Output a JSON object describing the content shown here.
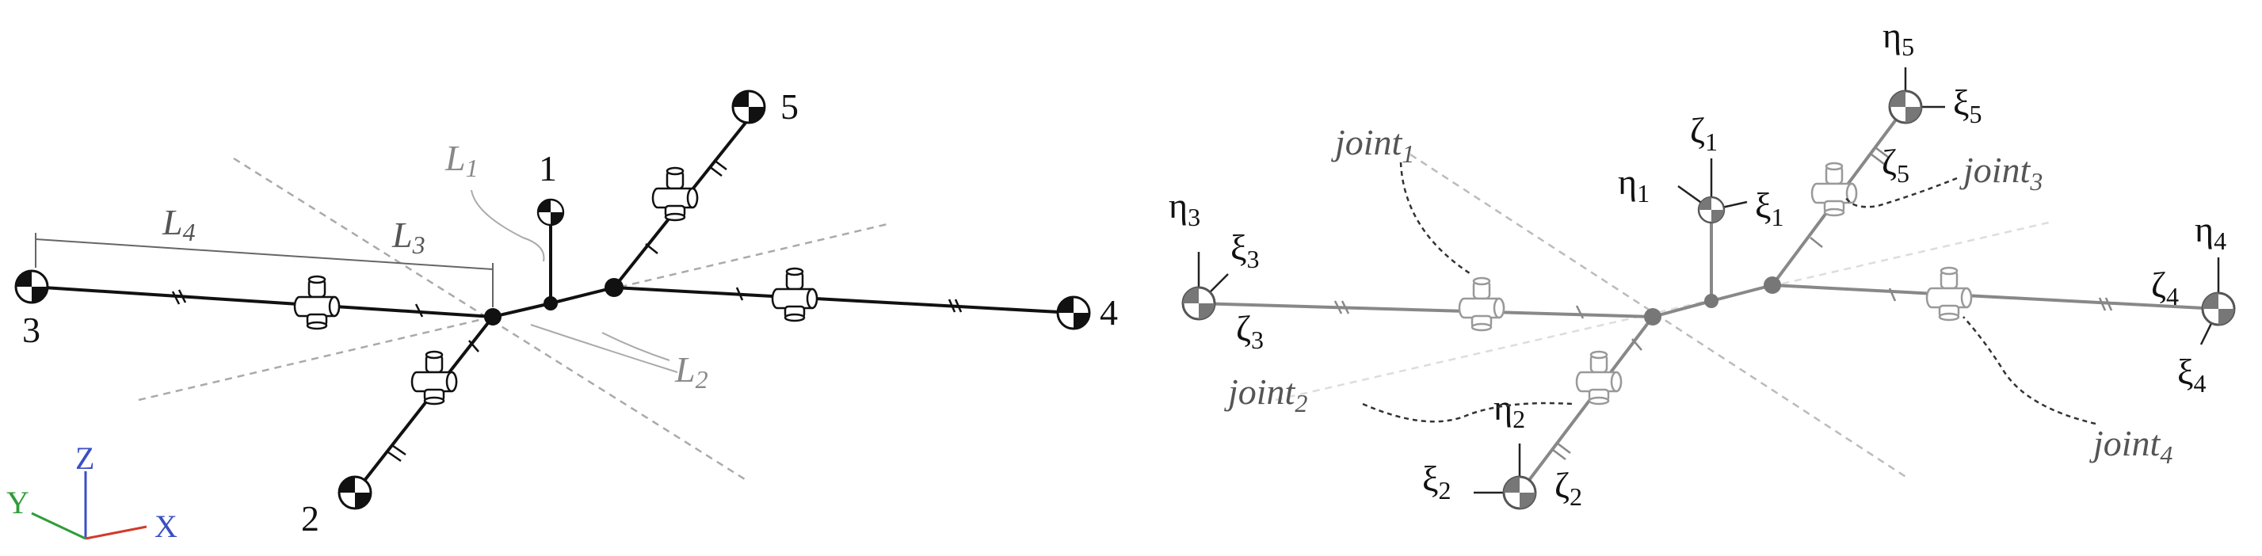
{
  "left": {
    "nodes": {
      "n1": "1",
      "n2": "2",
      "n3": "3",
      "n4": "4",
      "n5": "5"
    },
    "lengths": {
      "L1": {
        "base": "L",
        "sub": "1"
      },
      "L2": {
        "base": "L",
        "sub": "2"
      },
      "L3": {
        "base": "L",
        "sub": "3"
      },
      "L4": {
        "base": "L",
        "sub": "4"
      }
    },
    "axes": {
      "x": "X",
      "y": "Y",
      "z": "Z"
    },
    "axis_colors": {
      "x": "#d23a2a",
      "y": "#2f9d3a",
      "z": "#3b4fc4"
    }
  },
  "right": {
    "joints": [
      {
        "base": "joint",
        "sub": "1"
      },
      {
        "base": "joint",
        "sub": "2"
      },
      {
        "base": "joint",
        "sub": "3"
      },
      {
        "base": "joint",
        "sub": "4"
      }
    ],
    "frames": {
      "f1": {
        "eta": "η",
        "xi": "ξ",
        "zeta": "ζ",
        "sub": "1"
      },
      "f2": {
        "eta": "η",
        "xi": "ξ",
        "zeta": "ζ",
        "sub": "2"
      },
      "f3": {
        "eta": "η",
        "xi": "ξ",
        "zeta": "ζ",
        "sub": "3"
      },
      "f4": {
        "eta": "η",
        "xi": "ξ",
        "zeta": "ζ",
        "sub": "4"
      },
      "f5": {
        "eta": "η",
        "xi": "ξ",
        "zeta": "ζ",
        "sub": "5"
      }
    }
  }
}
